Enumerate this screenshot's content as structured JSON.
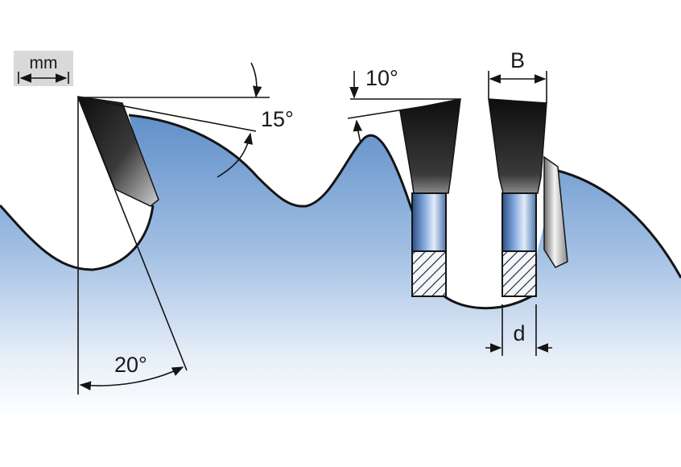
{
  "unit_badge": {
    "text": "mm"
  },
  "angles": {
    "clearance": "15°",
    "axial": "10°",
    "hook": "20°"
  },
  "dimensions": {
    "width": "B",
    "thickness": "d"
  },
  "colors": {
    "blade_top": "#5f8fc9",
    "blade_bottom": "#ffffff",
    "carbide_dark": "#1c1c1c",
    "carbide_light": "#c9c9c9",
    "badge_bg": "#d9d9d9"
  }
}
